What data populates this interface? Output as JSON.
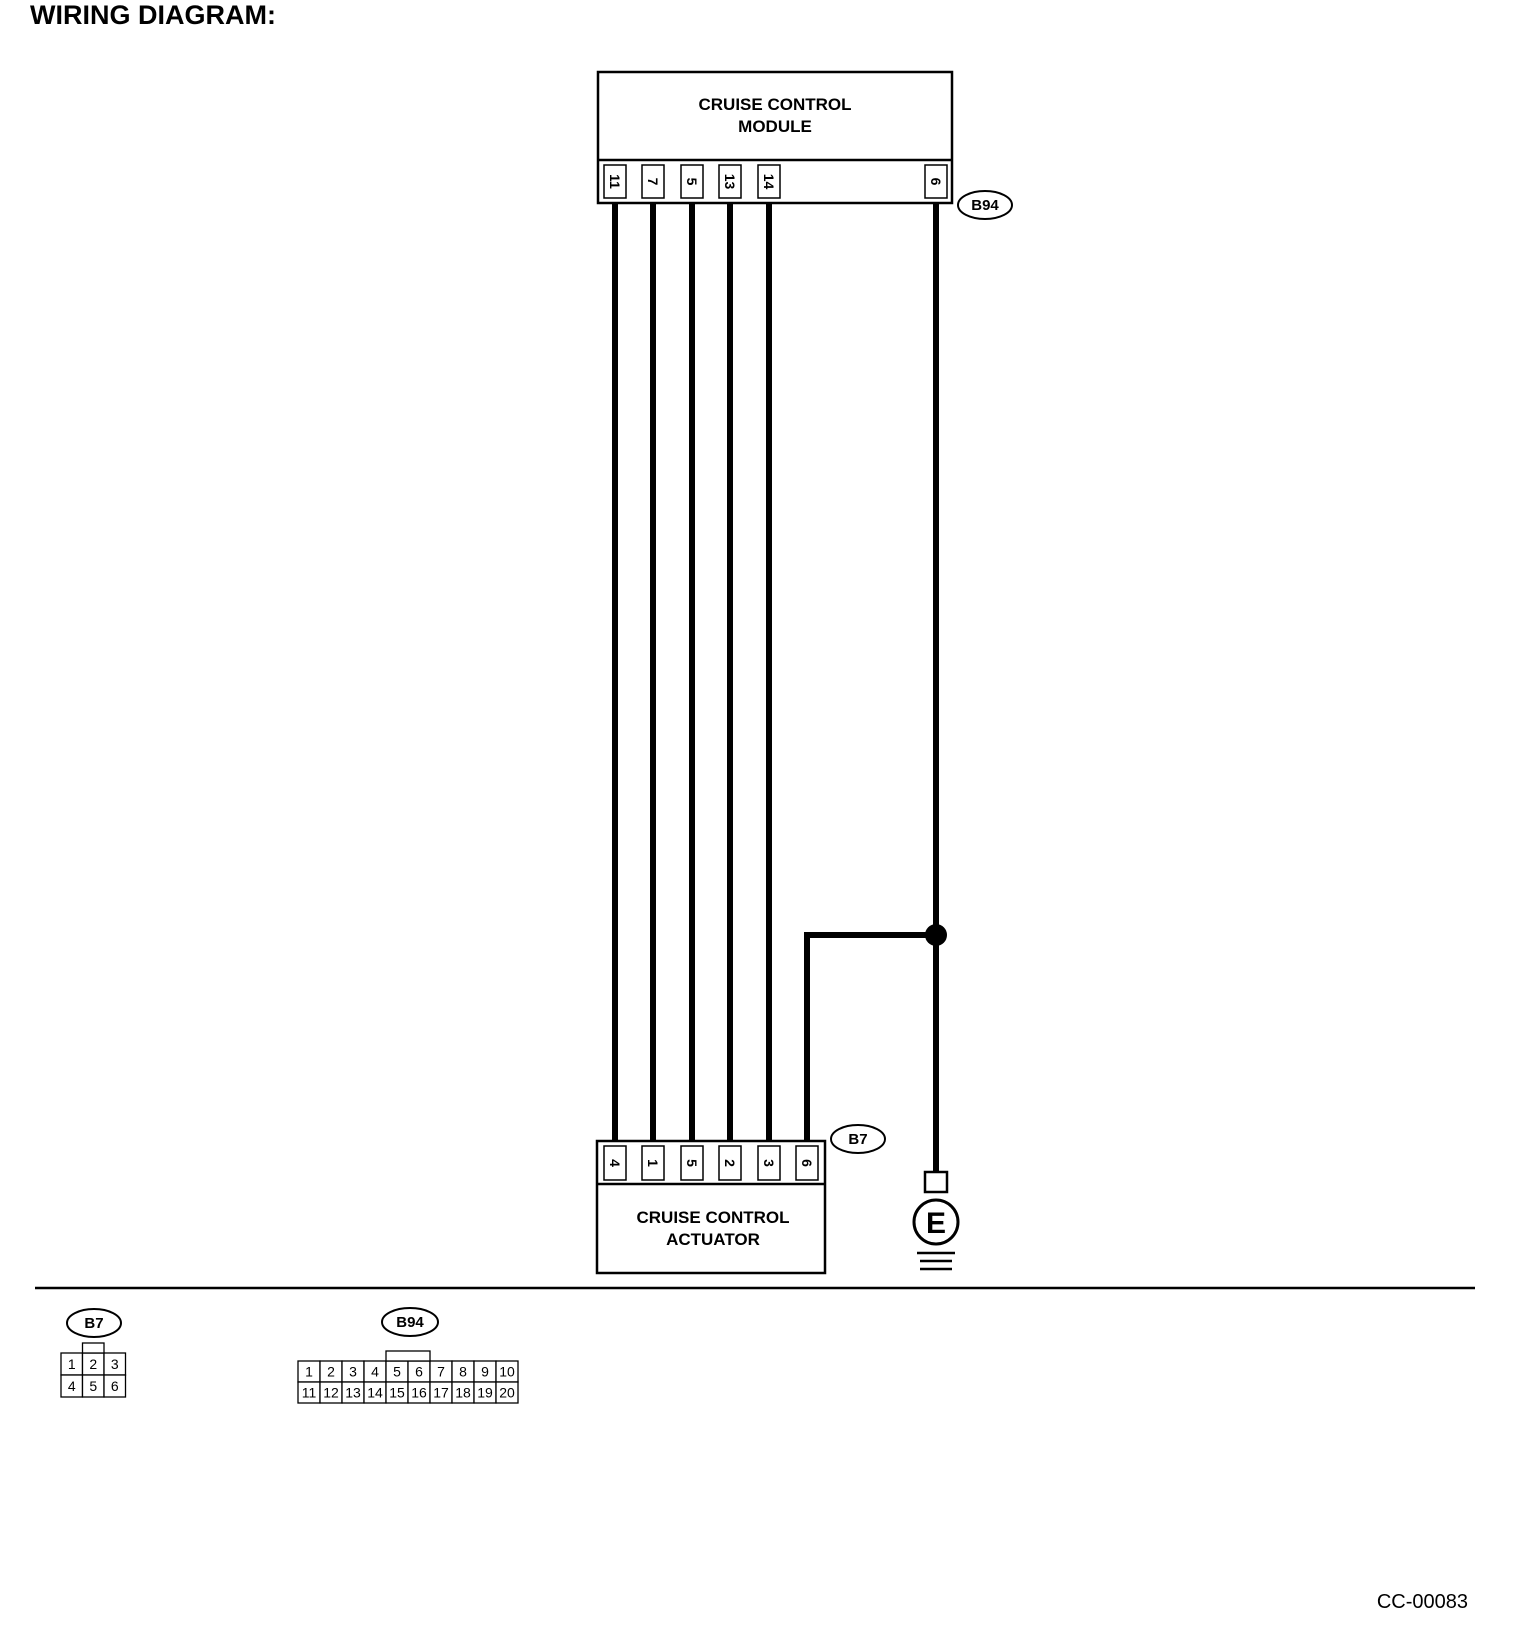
{
  "title": "WIRING DIAGRAM:",
  "module": {
    "label_lines": [
      "CRUISE CONTROL",
      "MODULE"
    ],
    "connector": "B94",
    "pins": [
      "11",
      "7",
      "5",
      "13",
      "14",
      "6"
    ]
  },
  "actuator": {
    "label_lines": [
      "CRUISE CONTROL",
      "ACTUATOR"
    ],
    "connector": "B7",
    "pins": [
      "4",
      "1",
      "5",
      "2",
      "3",
      "6"
    ]
  },
  "ground": {
    "symbol": "E"
  },
  "connector_views": {
    "b7": {
      "tag": "B7",
      "rows": [
        [
          "1",
          "2",
          "3"
        ],
        [
          "4",
          "5",
          "6"
        ]
      ]
    },
    "b94": {
      "tag": "B94",
      "rows": [
        [
          "1",
          "2",
          "3",
          "4",
          "5",
          "6",
          "7",
          "8",
          "9",
          "10"
        ],
        [
          "11",
          "12",
          "13",
          "14",
          "15",
          "16",
          "17",
          "18",
          "19",
          "20"
        ]
      ]
    }
  },
  "drawing_code": "CC-00083"
}
